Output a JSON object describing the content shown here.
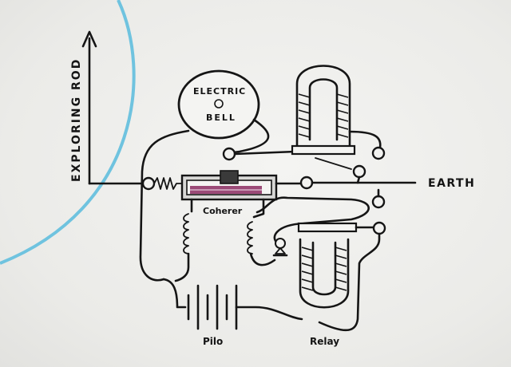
{
  "diagram": {
    "labels": {
      "exploring_rod": "EXPLORING ROD",
      "electric": "ELECTRIC",
      "bell": "BELL",
      "earth": "EARTH",
      "coherer": "Coherer",
      "pile": "Pilo",
      "relay": "Relay"
    },
    "colors": {
      "ink": "#151515",
      "paper": "#eeeeec",
      "arc": "#6fc3df",
      "coherer_bar": "#9b4a77"
    }
  }
}
